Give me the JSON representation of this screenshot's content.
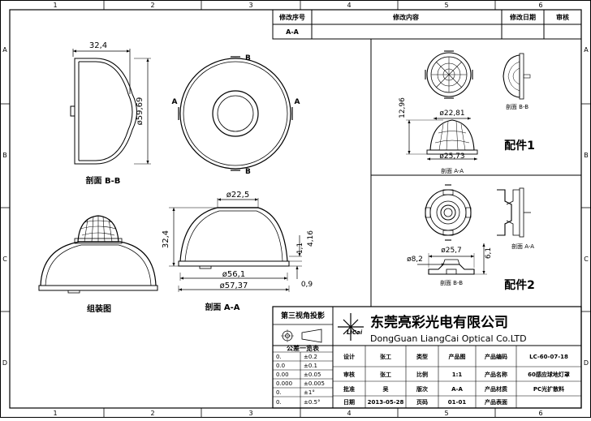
{
  "border": {
    "top_numbers": [
      "1",
      "2",
      "3",
      "4",
      "5",
      "6"
    ],
    "bottom_numbers": [
      "1",
      "2",
      "3",
      "4",
      "5",
      "6"
    ],
    "side_letters": [
      "A",
      "B",
      "C",
      "D"
    ]
  },
  "revision_table": {
    "headers": [
      "修改序号",
      "修改内容",
      "修改日期",
      "审核"
    ],
    "rows": [
      [
        "A-A",
        "",
        "",
        ""
      ]
    ]
  },
  "views": {
    "left_width": "32,4",
    "left_diameter": "ø59,69",
    "left_caption": "剖面 B-B",
    "top_section_b": "B",
    "top_section_a": "A",
    "front_top_diameter": "ø22,5",
    "front_height": "32,4",
    "front_d1": "ø56,1",
    "front_d2": "ø57,37",
    "front_h1": "4,16",
    "front_h2": "1,1",
    "front_h3": "0,9",
    "front_caption": "剖面 A-A",
    "assembly_caption": "组装图",
    "part1_h": "12,96",
    "part1_d1": "ø22,81",
    "part1_d2": "ø25,73",
    "part1_label_bb": "剖面 B-B",
    "part1_label_aa": "剖面 A-A",
    "part1_title": "配件1",
    "part2_d1": "ø25,7",
    "part2_d2": "ø8,2",
    "part2_h": "6,1",
    "part2_label_aa": "剖面 A-A",
    "part2_label_bb": "剖面 B-B",
    "part2_title": "配件2"
  },
  "title_block": {
    "projection": "第三视角投影",
    "company_cn": "东莞亮彩光电有限公司",
    "company_en": "DongGuan LiangCai Optical Co.LTD",
    "logo_text": "LiCai",
    "tolerance_title": "公差一览表",
    "tolerance_rows": [
      [
        "0.",
        "±0.2"
      ],
      [
        "0.0",
        "±0.1"
      ],
      [
        "0.00",
        "±0.05"
      ],
      [
        "0.000",
        "±0.005"
      ],
      [
        "0.",
        "±1°"
      ],
      [
        "0.",
        "±0.5°"
      ]
    ],
    "rows": [
      [
        "设计",
        "张工",
        "类型",
        "产品图",
        "产品编码",
        "LC-60-07-18"
      ],
      [
        "审核",
        "张工",
        "比例",
        "1:1",
        "产品名称",
        "60感应球地灯罩"
      ],
      [
        "批准",
        "吴",
        "版次",
        "A-A",
        "产品材质",
        "PC光扩散料"
      ],
      [
        "日期",
        "2013-05-28",
        "页码",
        "01-01",
        "产品表面",
        ""
      ]
    ]
  }
}
